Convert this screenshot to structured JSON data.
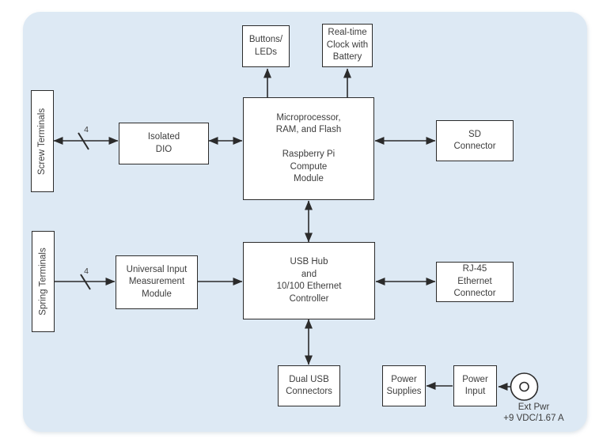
{
  "diagram": {
    "type": "hardware-block-diagram",
    "colors": {
      "panel_background": "#dde9f4",
      "box_background": "#ffffff",
      "line_color": "#2b2b2b",
      "text_color": "#3d3d3d"
    },
    "boxes": {
      "buttons_leds": "Buttons/\nLEDs",
      "rtc": "Real-time\nClock with\nBattery",
      "screw_terminals": "Screw Terminals",
      "isolated_dio": "Isolated\nDIO",
      "processor": "Microprocessor,\nRAM, and Flash\n\nRaspberry Pi\nCompute\nModule",
      "sd_connector": "SD\nConnector",
      "spring_terminals": "Spring Terminals",
      "universal_input": "Universal Input\nMeasurement\nModule",
      "usb_hub": "USB Hub\nand\n10/100 Ethernet\nController",
      "rj45": "RJ-45\nEthernet\nConnector",
      "dual_usb": "Dual USB\nConnectors",
      "power_supplies": "Power\nSupplies",
      "power_input": "Power\nInput"
    },
    "bus_labels": {
      "screw_bus_width": "4",
      "spring_bus_width": "4"
    },
    "ext_power": {
      "label": "Ext Pwr",
      "rating": "+9 VDC/1.67 A"
    },
    "connections": [
      {
        "from": "processor",
        "to": "buttons_leds",
        "direction": "one-way"
      },
      {
        "from": "processor",
        "to": "rtc",
        "direction": "one-way"
      },
      {
        "from": "screw_terminals",
        "to": "isolated_dio",
        "direction": "bidirectional",
        "bus_width": "4"
      },
      {
        "from": "isolated_dio",
        "to": "processor",
        "direction": "bidirectional"
      },
      {
        "from": "processor",
        "to": "sd_connector",
        "direction": "bidirectional"
      },
      {
        "from": "processor",
        "to": "usb_hub",
        "direction": "bidirectional"
      },
      {
        "from": "spring_terminals",
        "to": "universal_input",
        "direction": "one-way",
        "bus_width": "4"
      },
      {
        "from": "universal_input",
        "to": "usb_hub",
        "direction": "one-way"
      },
      {
        "from": "usb_hub",
        "to": "rj45",
        "direction": "bidirectional"
      },
      {
        "from": "usb_hub",
        "to": "dual_usb",
        "direction": "bidirectional"
      },
      {
        "from": "power_input",
        "to": "power_supplies",
        "direction": "one-way"
      },
      {
        "from": "ext_power",
        "to": "power_input",
        "direction": "one-way"
      }
    ]
  }
}
